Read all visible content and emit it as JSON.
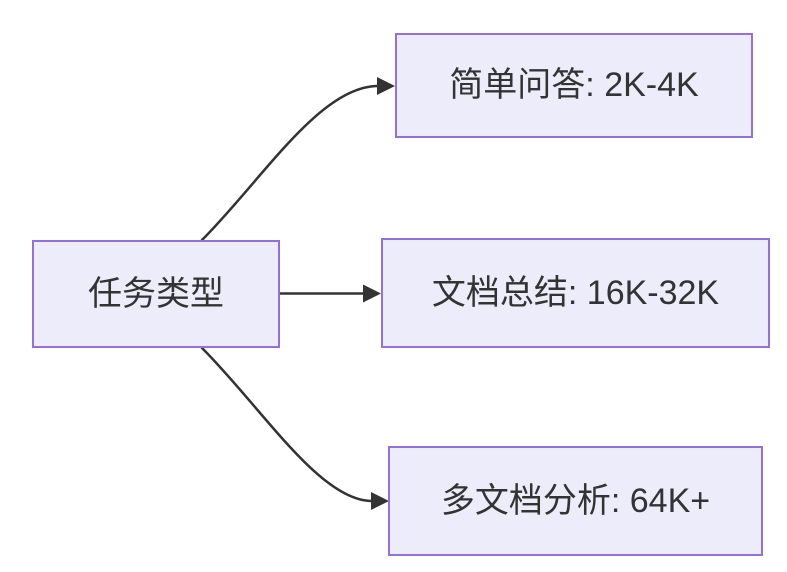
{
  "diagram": {
    "type": "flowchart",
    "direction": "left-to-right",
    "root": {
      "label": "任务类型"
    },
    "children": [
      {
        "label": "简单问答: 2K-4K"
      },
      {
        "label": "文档总结: 16K-32K"
      },
      {
        "label": "多文档分析: 64K+"
      }
    ],
    "edges": [
      {
        "from": "任务类型",
        "to": "简单问答: 2K-4K",
        "style": "curved",
        "arrow": "filled-triangle"
      },
      {
        "from": "任务类型",
        "to": "文档总结: 16K-32K",
        "style": "straight",
        "arrow": "filled-triangle"
      },
      {
        "from": "任务类型",
        "to": "多文档分析: 64K+",
        "style": "curved",
        "arrow": "filled-triangle"
      }
    ],
    "colors": {
      "node_fill": "#ECECFA",
      "node_border": "#9370DB",
      "edge": "#333333",
      "text": "#333333",
      "background": "#FFFFFF"
    }
  }
}
